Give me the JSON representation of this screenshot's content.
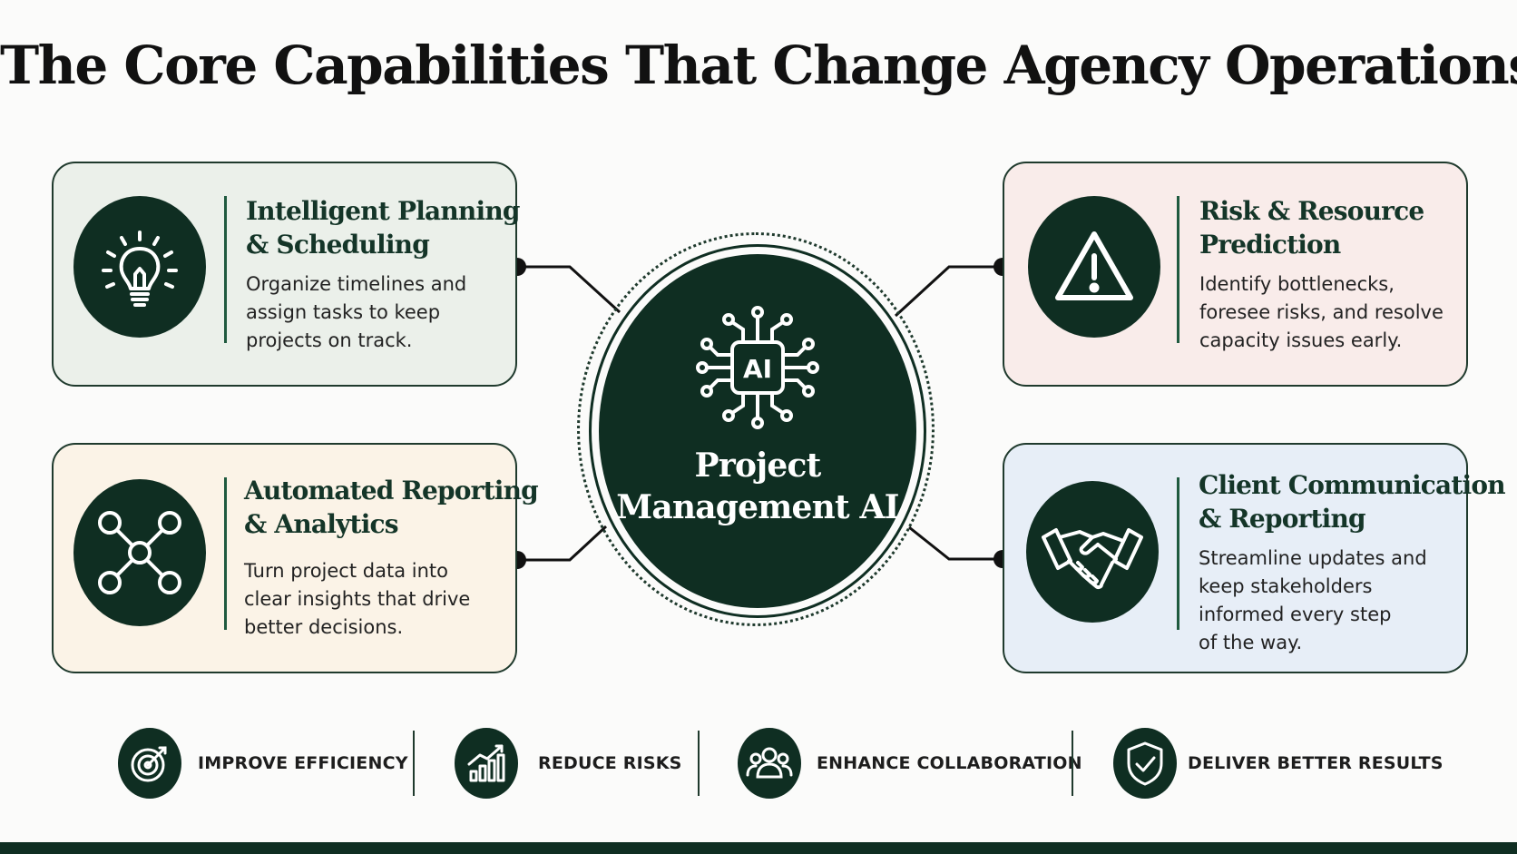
{
  "title": "The Core Capabilities That Change Agency Operations",
  "hub": {
    "chip_text": "AI",
    "label_line1": "Project",
    "label_line2": "Management AI"
  },
  "cards": [
    {
      "title_line1": "Intelligent Planning",
      "title_line2": "& Scheduling",
      "desc": [
        "Organize timelines and",
        "assign tasks to keep",
        "projects on track."
      ],
      "icon": "lightbulb-icon",
      "bg": "#ebf0ea"
    },
    {
      "title_line1": "Risk & Resource",
      "title_line2": "Prediction",
      "desc": [
        "Identify bottlenecks,",
        "foresee risks, and resolve",
        "capacity issues early."
      ],
      "icon": "warning-triangle-icon",
      "bg": "#f9ecea"
    },
    {
      "title_line1": "Automated Reporting",
      "title_line2": "& Analytics",
      "desc": [
        "Turn project data into",
        "clear insights that drive",
        "better decisions."
      ],
      "icon": "network-nodes-icon",
      "bg": "#fbf3e7"
    },
    {
      "title_line1": "Client Communication",
      "title_line2": "& Reporting",
      "desc": [
        "Streamline updates and",
        "keep stakeholders",
        "informed every step",
        "of the way."
      ],
      "icon": "handshake-icon",
      "bg": "#e7eef7"
    }
  ],
  "benefits": [
    {
      "label": "IMPROVE EFFICIENCY",
      "icon": "target-icon"
    },
    {
      "label": "REDUCE RISKS",
      "icon": "growth-chart-icon"
    },
    {
      "label": "ENHANCE COLLABORATION",
      "icon": "team-icon"
    },
    {
      "label": "DELIVER BETTER RESULTS",
      "icon": "shield-check-icon"
    }
  ],
  "colors": {
    "dark_green": "#0f2e22",
    "accent_line": "#1f5a3f",
    "background": "#fbfbfa"
  }
}
